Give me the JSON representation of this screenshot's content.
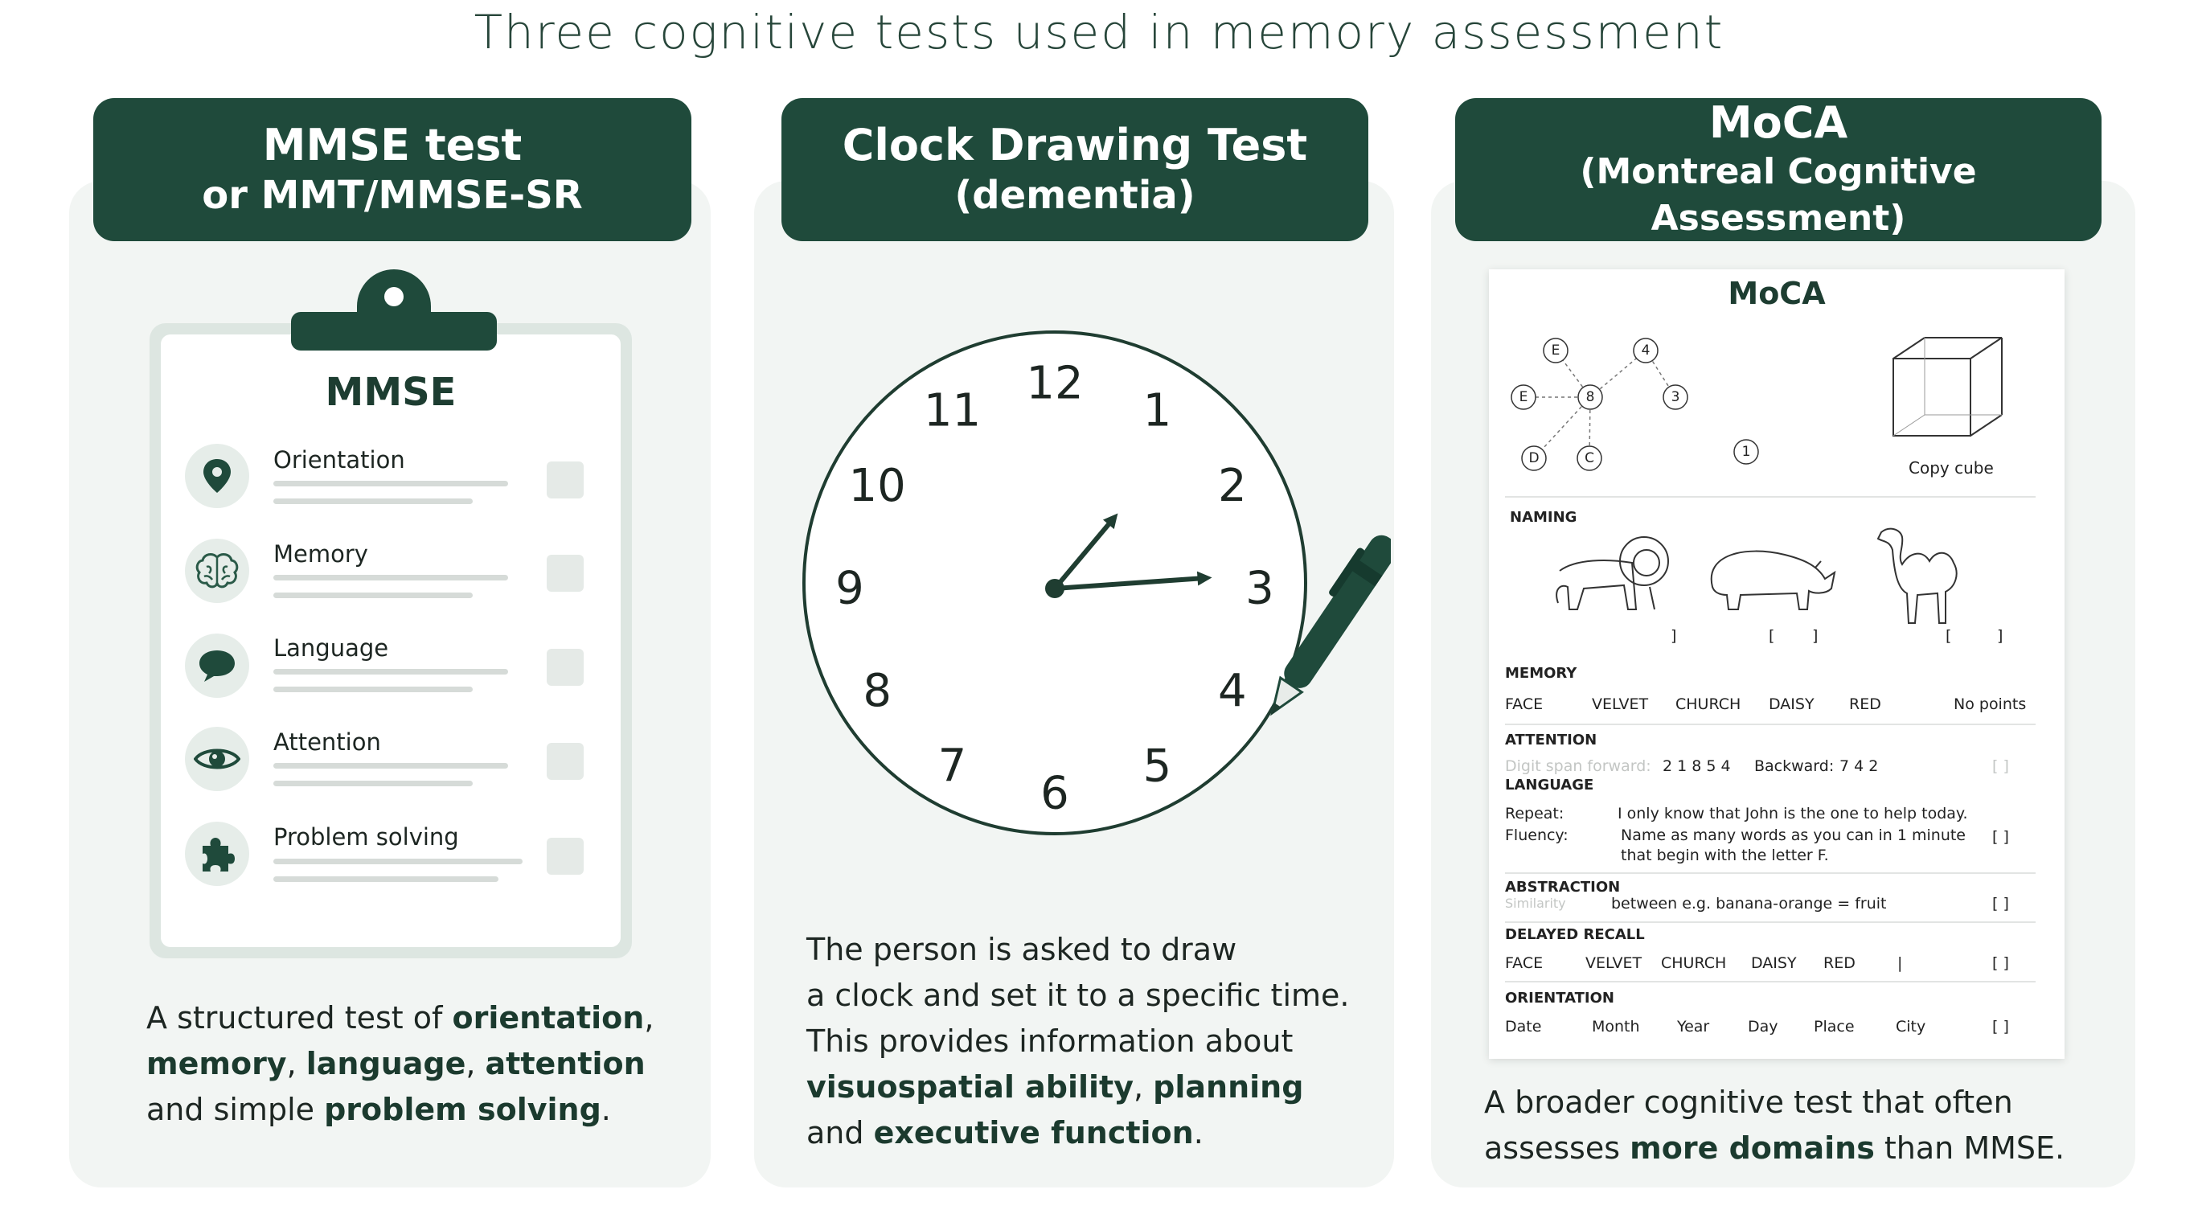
{
  "title": "Three cognitive tests used in memory assessment",
  "colors": {
    "header": "#1f4a3b",
    "panel": "#f2f5f3",
    "accent_text": "#1b3a2e"
  },
  "panels": [
    {
      "header_line1": "MMSE test",
      "header_line2": "or MMT/MMSE-SR",
      "clipboard": {
        "title": "MMSE",
        "items": [
          {
            "label": "Orientation",
            "icon": "location-pin-icon"
          },
          {
            "label": "Memory",
            "icon": "brain-icon"
          },
          {
            "label": "Language",
            "icon": "speech-bubble-icon"
          },
          {
            "label": "Attention",
            "icon": "eye-icon"
          },
          {
            "label": "Problem solving",
            "icon": "puzzle-icon"
          }
        ]
      },
      "desc": {
        "l1a": "A structured test of ",
        "l1b": "orientation",
        "l1c": ",",
        "l2a": "memory",
        "l2b": ", ",
        "l2c": "language",
        "l2d": ", ",
        "l2e": "attention",
        "l3a": "and simple ",
        "l3b": "problem solving",
        "l3c": "."
      }
    },
    {
      "header_line1": "Clock Drawing Test",
      "header_line2": "(dementia)",
      "clock": {
        "numbers": [
          "12",
          "1",
          "2",
          "3",
          "4",
          "5",
          "6",
          "7",
          "8",
          "9",
          "10",
          "11"
        ],
        "hour": 2,
        "minute": 16
      },
      "desc": {
        "l1": "The person is asked to draw",
        "l2": "a clock and set it to a specific time.",
        "l3": "This provides information about",
        "l4a": "visuospatial ability",
        "l4b": ", ",
        "l4c": "planning",
        "l5a": "and ",
        "l5b": "executive function",
        "l5c": "."
      }
    },
    {
      "header_line1": "MoCA",
      "header_line2": "(Montreal Cognitive Assessment)",
      "sheet": {
        "title": "MoCA",
        "trail_nodes": [
          "E",
          "4",
          "E",
          "8",
          "3",
          "D",
          "C",
          "1"
        ],
        "copy_cube": "Copy cube",
        "naming": "NAMING",
        "naming_marks": [
          "]",
          "[",
          "]",
          "[",
          "]"
        ],
        "memory": "MEMORY",
        "memory_words": [
          "FACE",
          "VELVET",
          "CHURCH",
          "DAISY",
          "RED"
        ],
        "no_points": "No points",
        "attention": "ATTENTION",
        "digit_span": "Digit span forward:",
        "forward_digits": "2  1  8  5  4",
        "backward": "Backward:",
        "backward_digits": "7  4  2",
        "bracket": "[   ]",
        "language": "LANGUAGE",
        "repeat_label": "Repeat:",
        "repeat_text": "I only know that John is the one to help today.",
        "fluency_label": "Fluency:",
        "fluency_text1": "Name as many words as you can in 1 minute",
        "fluency_text2": "that begin with the letter F.",
        "abstraction": "ABSTRACTION",
        "similarity": "Similarity",
        "abstraction_text": "between e.g. banana-orange = fruit",
        "delayed_recall": "DELAYED RECALL",
        "recall_words": [
          "FACE",
          "VELVET",
          "CHURCH",
          "DAISY",
          "RED"
        ],
        "recall_mark": "|",
        "orientation": "ORIENTATION",
        "orientation_items": [
          "Date",
          "Month",
          "Year",
          "Day",
          "Place",
          "City"
        ]
      },
      "desc": {
        "l1": "A broader cognitive test that often",
        "l2a": "assesses ",
        "l2b": "more domains",
        "l2c": " than MMSE."
      }
    }
  ]
}
